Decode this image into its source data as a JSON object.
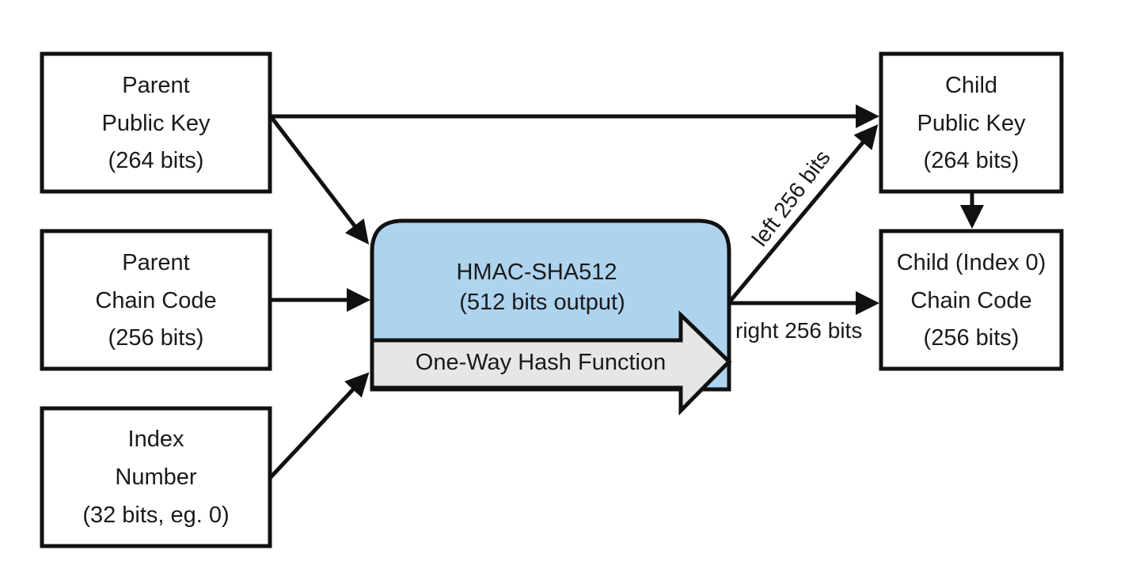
{
  "nodes": {
    "parent_public_key": {
      "lines": [
        "Parent",
        "Public Key",
        "(264 bits)"
      ]
    },
    "parent_chain_code": {
      "lines": [
        "Parent",
        "Chain Code",
        "(256 bits)"
      ]
    },
    "index_number": {
      "lines": [
        "Index",
        "Number",
        "(32 bits, eg. 0)"
      ]
    },
    "child_public_key": {
      "lines": [
        "Child",
        "Public Key",
        "(264 bits)"
      ]
    },
    "child_chain_code": {
      "lines": [
        "Child (Index 0)",
        "Chain Code",
        "(256 bits)"
      ]
    }
  },
  "hmac": {
    "title": "HMAC-SHA512",
    "subtitle": "(512 bits output)",
    "fill_color": "#aed3ef"
  },
  "hash_function": {
    "label": "One-Way Hash Function",
    "fill_color": "#e6e6e6"
  },
  "edge_labels": {
    "left": "left 256 bits",
    "right": "right 256 bits"
  }
}
